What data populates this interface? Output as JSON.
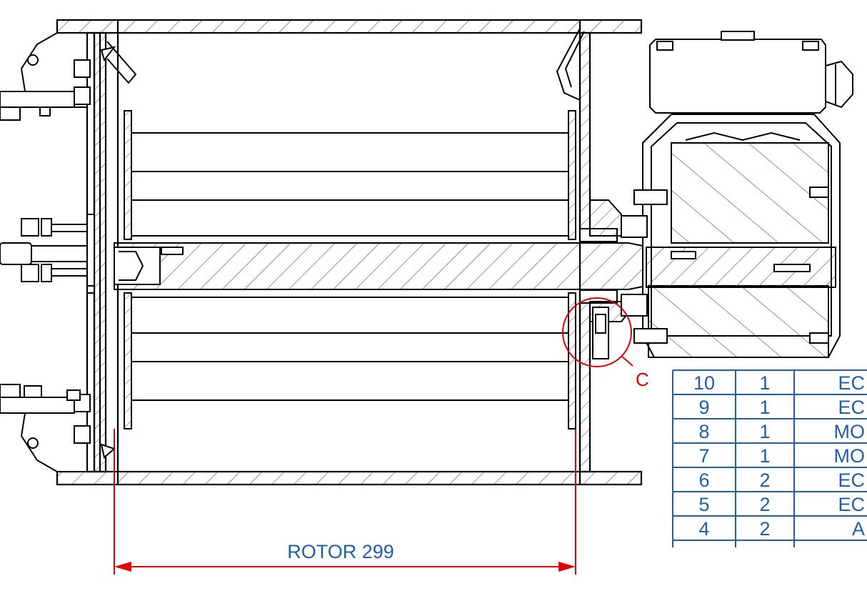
{
  "dimension": {
    "label": "ROTOR 299"
  },
  "detail_marker": {
    "label": "C"
  },
  "bom_table": {
    "rows": [
      {
        "item": "10",
        "qty": "1",
        "desc": "EC"
      },
      {
        "item": "9",
        "qty": "1",
        "desc": "EC"
      },
      {
        "item": "8",
        "qty": "1",
        "desc": "MO"
      },
      {
        "item": "7",
        "qty": "1",
        "desc": "MO"
      },
      {
        "item": "6",
        "qty": "2",
        "desc": "EC"
      },
      {
        "item": "5",
        "qty": "2",
        "desc": "EC"
      },
      {
        "item": "4",
        "qty": "2",
        "desc": "A"
      }
    ]
  },
  "colors": {
    "outline": "#000000",
    "hatch": "#7a2a7a",
    "dimension": "#e00000",
    "table": "#1f5faa",
    "text": "#1f5faa"
  }
}
